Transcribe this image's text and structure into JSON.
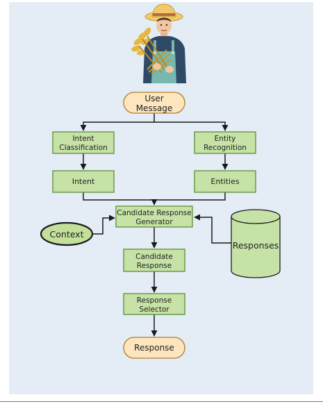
{
  "colors": {
    "background": "#e4ecf5",
    "process_fill": "#c6e2a6",
    "process_stroke": "#5b8f36",
    "terminal_fill": "#fde6bf",
    "terminal_stroke": "#b07c2a",
    "context_fill": "#c3e09b",
    "database_fill": "#c6e2a6",
    "line": "#1a1a1a"
  },
  "illustration": {
    "icon": "farmer-with-wheat-icon"
  },
  "nodes": {
    "user_message": [
      "User",
      "Message"
    ],
    "intent_classification": [
      "Intent",
      "Classification"
    ],
    "entity_recognition": [
      "Entity",
      "Recognition"
    ],
    "intent": [
      "Intent"
    ],
    "entities": [
      "Entities"
    ],
    "candidate_generator": [
      "Candidate Response",
      "Generator"
    ],
    "context": [
      "Context"
    ],
    "responses_db": [
      "Responses"
    ],
    "candidate_response": [
      "Candidate",
      "Response"
    ],
    "response_selector": [
      "Response",
      "Selector"
    ],
    "response": [
      "Response"
    ]
  }
}
